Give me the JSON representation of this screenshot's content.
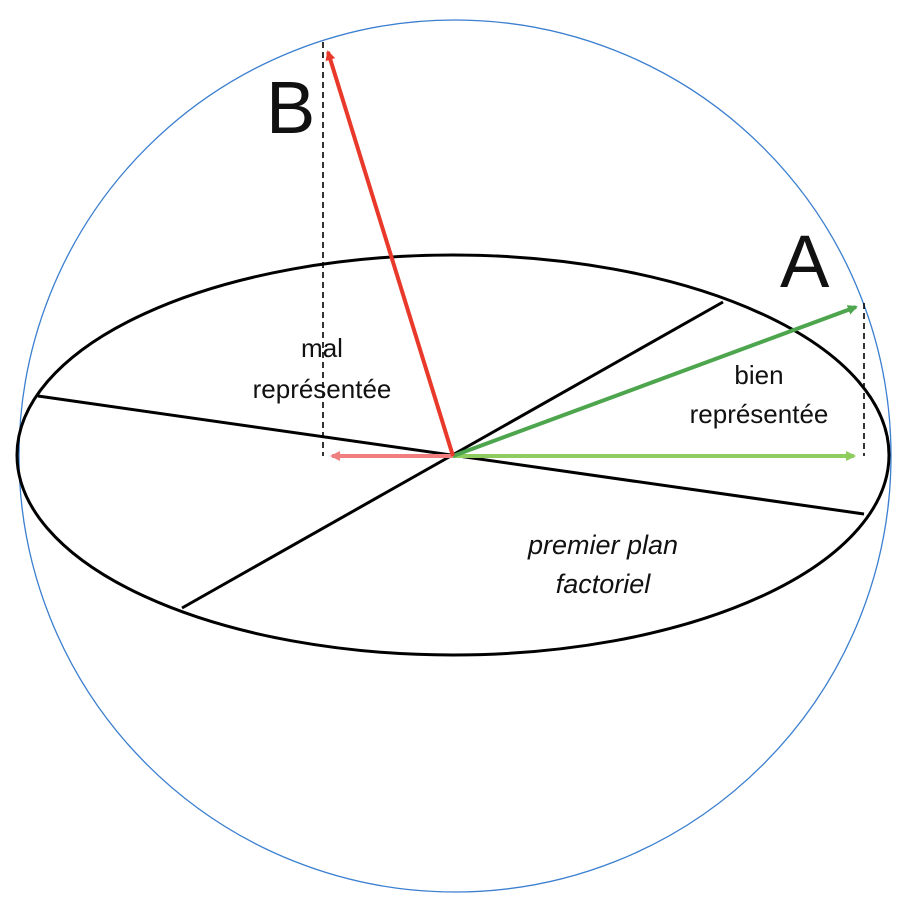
{
  "diagram": {
    "labels": {
      "point_a": "A",
      "point_b": "B",
      "well_line1": "bien",
      "well_line2": "représentée",
      "poor_line1": "mal",
      "poor_line2": "représentée",
      "plane_line1": "premier plan",
      "plane_line2": "factoriel"
    },
    "colors": {
      "sphere": "#3b7fd0",
      "plane": "#000000",
      "vector_a": "#4da64d",
      "projection_a": "#8fcc5e",
      "vector_b": "#e8392b",
      "projection_b": "#f08080",
      "guide": "#000000"
    }
  }
}
